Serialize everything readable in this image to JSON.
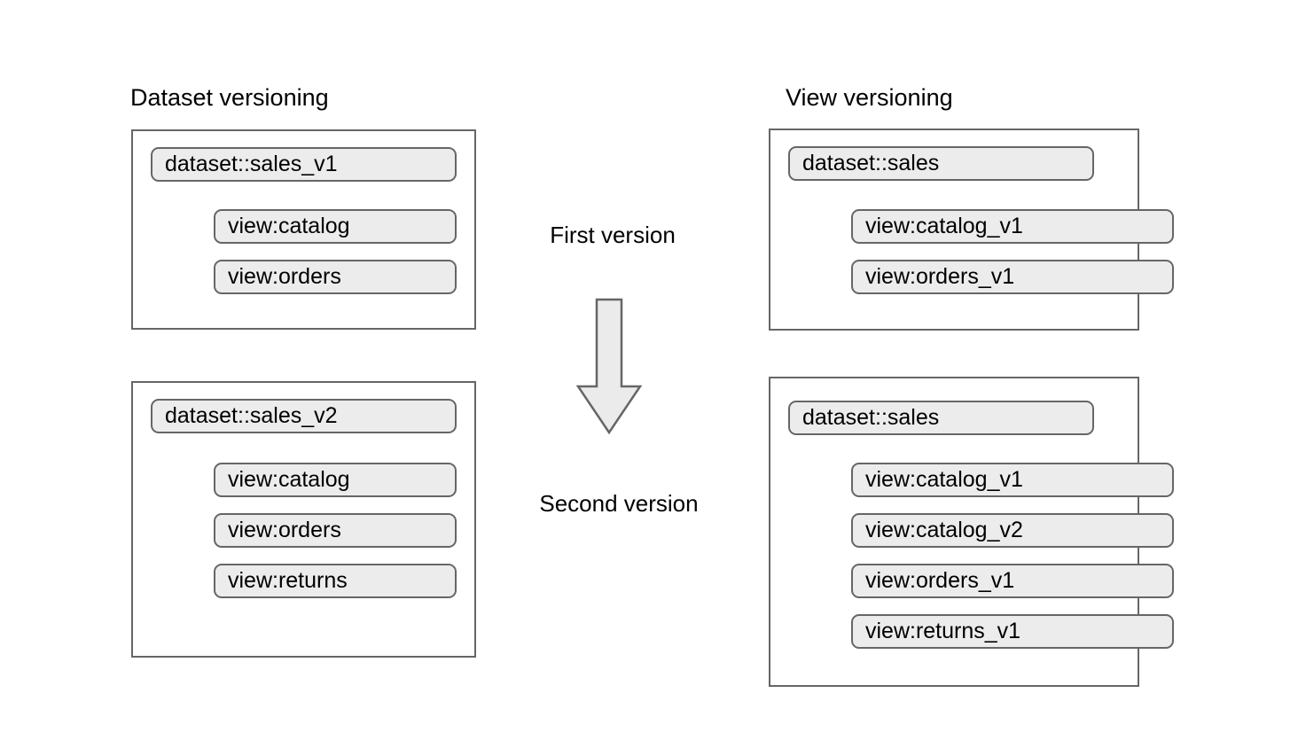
{
  "diagram": {
    "title_left": "Dataset versioning",
    "title_right": "View versioning",
    "center": {
      "first_label": "First version",
      "second_label": "Second version",
      "arrow_icon": "down-arrow-icon",
      "arrow_direction": "down"
    },
    "colors": {
      "panel_border": "#666666",
      "panel_fill": "#ffffff",
      "chip_fill": "#ececec",
      "chip_border": "#666666",
      "arrow_fill": "#ebebeb",
      "arrow_border": "#666666",
      "text": "#000000",
      "background": "#ffffff"
    },
    "columns": [
      {
        "name": "dataset-versioning",
        "title": "Dataset versioning",
        "panels": [
          {
            "name": "dataset-sales-v1-panel",
            "version_stage": "First version",
            "chips": [
              {
                "kind": "dataset",
                "label": "dataset::sales_v1"
              },
              {
                "kind": "view",
                "label": "view:catalog"
              },
              {
                "kind": "view",
                "label": "view:orders"
              }
            ]
          },
          {
            "name": "dataset-sales-v2-panel",
            "version_stage": "Second version",
            "chips": [
              {
                "kind": "dataset",
                "label": "dataset::sales_v2"
              },
              {
                "kind": "view",
                "label": "view:catalog"
              },
              {
                "kind": "view",
                "label": "view:orders"
              },
              {
                "kind": "view",
                "label": "view:returns"
              }
            ]
          }
        ]
      },
      {
        "name": "view-versioning",
        "title": "View versioning",
        "panels": [
          {
            "name": "view-sales-first-panel",
            "version_stage": "First version",
            "chips": [
              {
                "kind": "dataset",
                "label": "dataset::sales"
              },
              {
                "kind": "view",
                "label": "view:catalog_v1"
              },
              {
                "kind": "view",
                "label": "view:orders_v1"
              }
            ]
          },
          {
            "name": "view-sales-second-panel",
            "version_stage": "Second version",
            "chips": [
              {
                "kind": "dataset",
                "label": "dataset::sales"
              },
              {
                "kind": "view",
                "label": "view:catalog_v1"
              },
              {
                "kind": "view",
                "label": "view:catalog_v2"
              },
              {
                "kind": "view",
                "label": "view:orders_v1"
              },
              {
                "kind": "view",
                "label": "view:returns_v1"
              }
            ]
          }
        ]
      }
    ]
  }
}
